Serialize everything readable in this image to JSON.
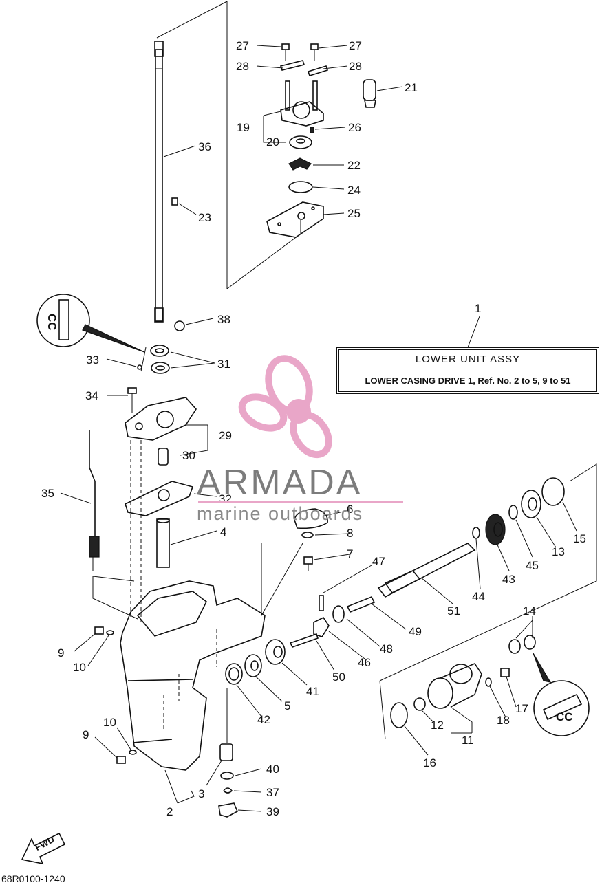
{
  "assembly": {
    "ref": "1",
    "title": "LOWER  UNIT ASSY",
    "subtitle": "LOWER CASING DRIVE 1, Ref. No. 2 to 5, 9 to 51"
  },
  "watermark": {
    "brand": "ARMADA",
    "tagline": "marine outboards",
    "logo_color": "#e9a6c8"
  },
  "drawing_number": "68R0100-1240",
  "fwd_label": "FWD",
  "tool_marks": [
    "CC",
    "CC"
  ],
  "callouts": [
    {
      "id": "c27a",
      "text": "27"
    },
    {
      "id": "c27b",
      "text": "27"
    },
    {
      "id": "c28a",
      "text": "28"
    },
    {
      "id": "c28b",
      "text": "28"
    },
    {
      "id": "c21",
      "text": "21"
    },
    {
      "id": "c19",
      "text": "19"
    },
    {
      "id": "c26",
      "text": "26"
    },
    {
      "id": "c20",
      "text": "20"
    },
    {
      "id": "c36",
      "text": "36"
    },
    {
      "id": "c22",
      "text": "22"
    },
    {
      "id": "c24",
      "text": "24"
    },
    {
      "id": "c23",
      "text": "23"
    },
    {
      "id": "c25",
      "text": "25"
    },
    {
      "id": "c38",
      "text": "38"
    },
    {
      "id": "c33",
      "text": "33"
    },
    {
      "id": "c31",
      "text": "31"
    },
    {
      "id": "c34",
      "text": "34"
    },
    {
      "id": "c29",
      "text": "29"
    },
    {
      "id": "c30",
      "text": "30"
    },
    {
      "id": "c35",
      "text": "35"
    },
    {
      "id": "c32",
      "text": "32"
    },
    {
      "id": "c6",
      "text": "6"
    },
    {
      "id": "c4",
      "text": "4"
    },
    {
      "id": "c8",
      "text": "8"
    },
    {
      "id": "c7",
      "text": "7"
    },
    {
      "id": "c47",
      "text": "47"
    },
    {
      "id": "c15",
      "text": "15"
    },
    {
      "id": "c13",
      "text": "13"
    },
    {
      "id": "c45",
      "text": "45"
    },
    {
      "id": "c44",
      "text": "44"
    },
    {
      "id": "c43",
      "text": "43"
    },
    {
      "id": "c51",
      "text": "51"
    },
    {
      "id": "c49",
      "text": "49"
    },
    {
      "id": "c14",
      "text": "14"
    },
    {
      "id": "c9a",
      "text": "9"
    },
    {
      "id": "c10a",
      "text": "10"
    },
    {
      "id": "c48",
      "text": "48"
    },
    {
      "id": "c46",
      "text": "46"
    },
    {
      "id": "c50",
      "text": "50"
    },
    {
      "id": "c41",
      "text": "41"
    },
    {
      "id": "c17",
      "text": "17"
    },
    {
      "id": "c5",
      "text": "5"
    },
    {
      "id": "c42",
      "text": "42"
    },
    {
      "id": "c18",
      "text": "18"
    },
    {
      "id": "c12",
      "text": "12"
    },
    {
      "id": "c10b",
      "text": "10"
    },
    {
      "id": "c11",
      "text": "11"
    },
    {
      "id": "c9b",
      "text": "9"
    },
    {
      "id": "c16",
      "text": "16"
    },
    {
      "id": "c40",
      "text": "40"
    },
    {
      "id": "c3",
      "text": "3"
    },
    {
      "id": "c37",
      "text": "37"
    },
    {
      "id": "c2",
      "text": "2"
    },
    {
      "id": "c39",
      "text": "39"
    }
  ]
}
